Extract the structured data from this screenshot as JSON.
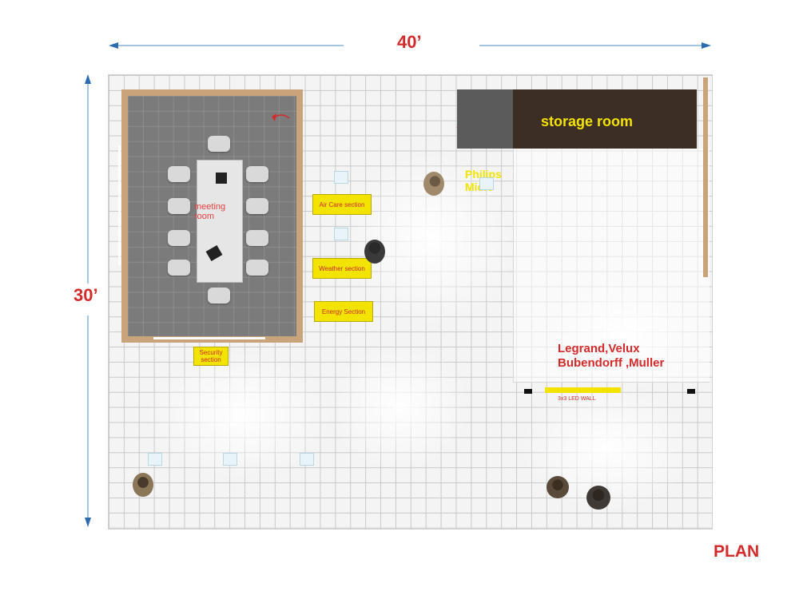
{
  "dimensions": {
    "width_label": "40’",
    "height_label": "30’"
  },
  "plan_label": "PLAN",
  "rooms": {
    "meeting_room": "meeting\nroom",
    "storage_room": "storage room"
  },
  "sections": {
    "air_care": "Air Care section",
    "weather": "Weather section",
    "energy": "Energy Section",
    "security": "Security section"
  },
  "brands": {
    "philips_miele": "Philips\nMiele",
    "legrand_velux": "Legrand,Velux\nBubendorff ,Muller"
  },
  "led_wall_label": "3x3 LED WALL",
  "colors": {
    "dimension_red": "#d32b2b",
    "sign_yellow": "#f3e400",
    "storage_brown": "#3d2e25",
    "meeting_wood": "#c9a47a"
  }
}
